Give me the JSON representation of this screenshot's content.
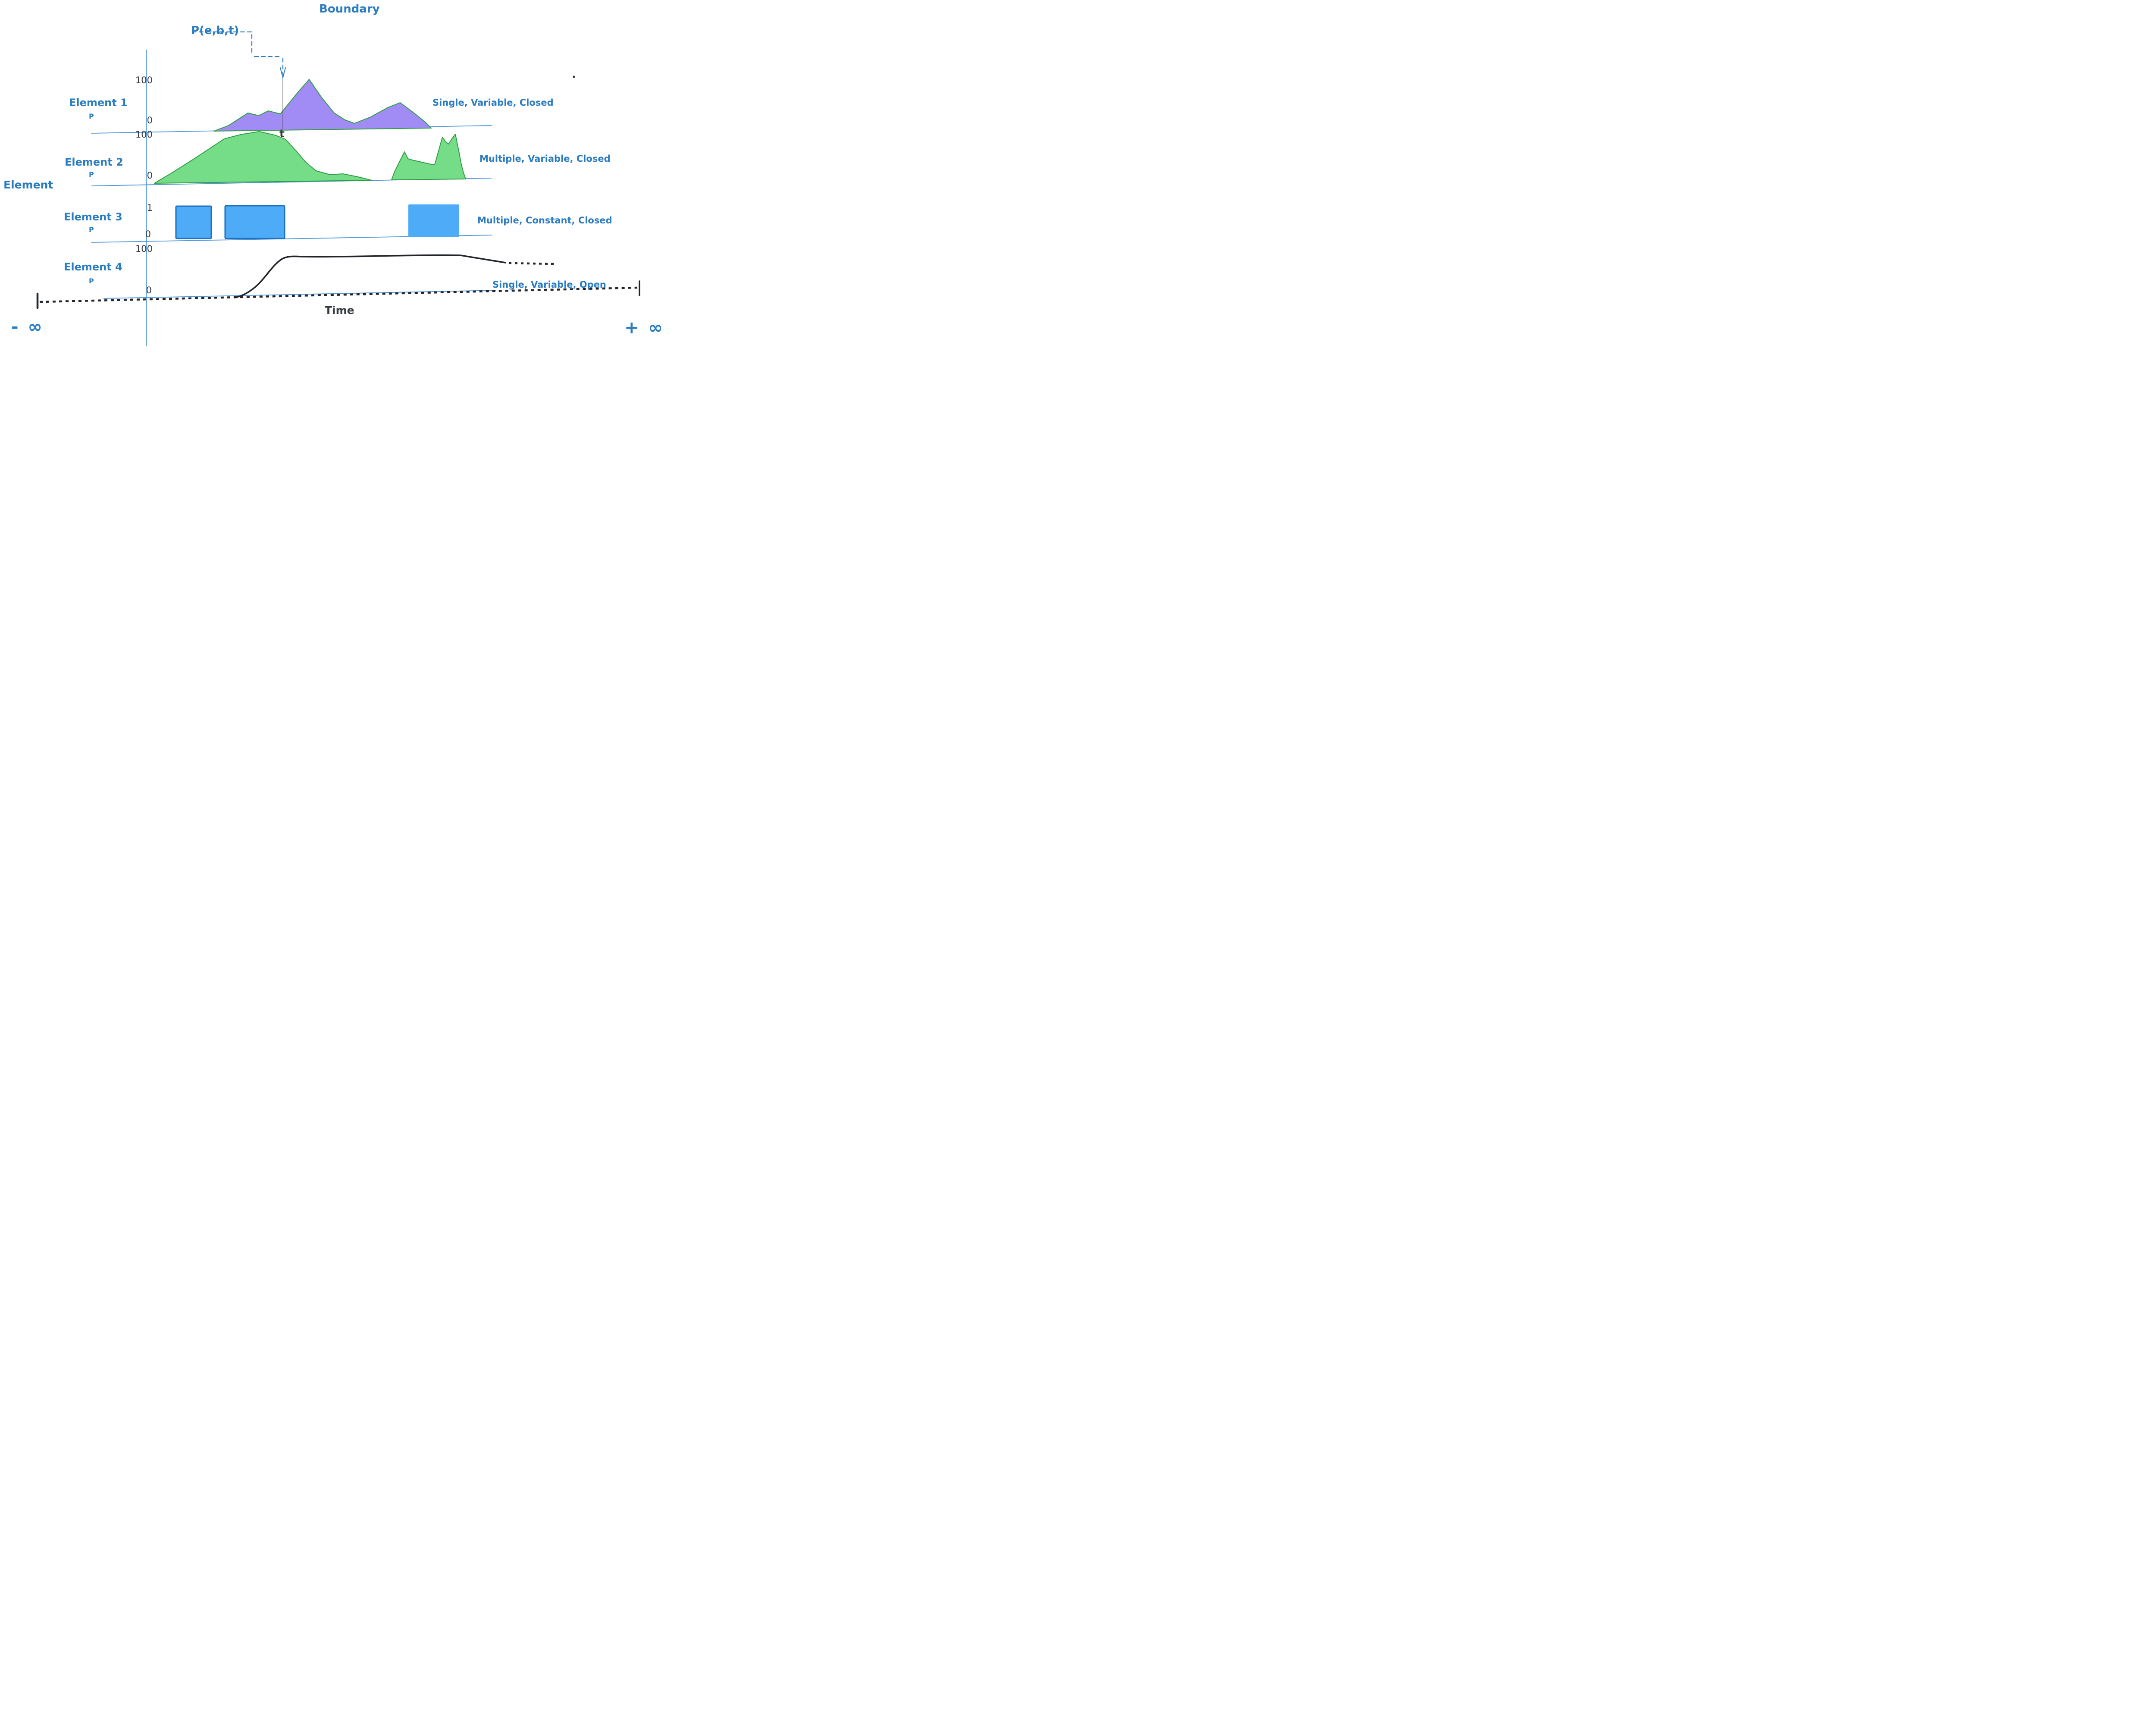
{
  "header": {
    "title": "Boundary"
  },
  "annotation": {
    "label": "P(e,b,t)",
    "target": "t"
  },
  "axes": {
    "element_label": "Element",
    "time_label": "Time",
    "neg_infinity": "- ∞",
    "pos_infinity": "+ ∞"
  },
  "rows": [
    {
      "name": "Element 1",
      "p_label": "P",
      "y_max": "100",
      "y_min": "0",
      "classification": "Single, Variable, Closed"
    },
    {
      "name": "Element 2",
      "p_label": "P",
      "y_max": "100",
      "y_min": "0",
      "classification": "Multiple, Variable, Closed"
    },
    {
      "name": "Element 3",
      "p_label": "P",
      "y_max": "1",
      "y_min": "0",
      "classification": "Multiple, Constant, Closed"
    },
    {
      "name": "Element 4",
      "p_label": "P",
      "y_max": "100",
      "y_min": "0",
      "classification": "Single, Variable, Open"
    }
  ],
  "colors": {
    "blue_text": "#2b7cc1",
    "axis_line": "#4f94d4",
    "dark_text": "#343a40",
    "purple_fill": "#a18bf5",
    "green_fill": "#75dd88",
    "green_stroke": "#2f9e44",
    "bar_fill": "#4dabf7",
    "bar_border": "#1b72c2",
    "curve_black": "#212529",
    "leader_blue": "#2e7ec6"
  }
}
